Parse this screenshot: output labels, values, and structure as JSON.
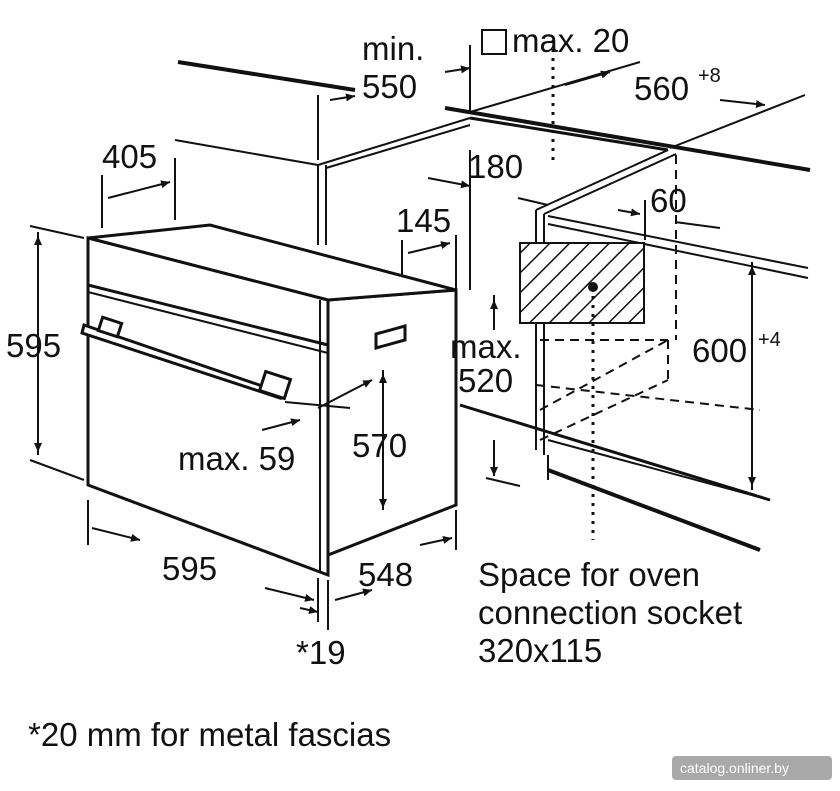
{
  "diagram": {
    "dimensions": {
      "min_label": "min.",
      "min_value": "550",
      "max20": "max. 20",
      "w560": "560",
      "w560_tol": "+8",
      "d405": "405",
      "d180": "180",
      "d145": "145",
      "d60": "60",
      "h595_left": "595",
      "max520_label": "max.",
      "max520_value": "520",
      "h600": "600",
      "h600_tol": "+4",
      "max59": "max. 59",
      "h570": "570",
      "w595_bottom": "595",
      "d548": "548",
      "fascia": "*19"
    },
    "socket_note": [
      "Space for oven",
      "connection socket",
      "320x115"
    ],
    "footnote": "*20 mm for metal fascias",
    "watermark": "catalog.onliner.by"
  }
}
